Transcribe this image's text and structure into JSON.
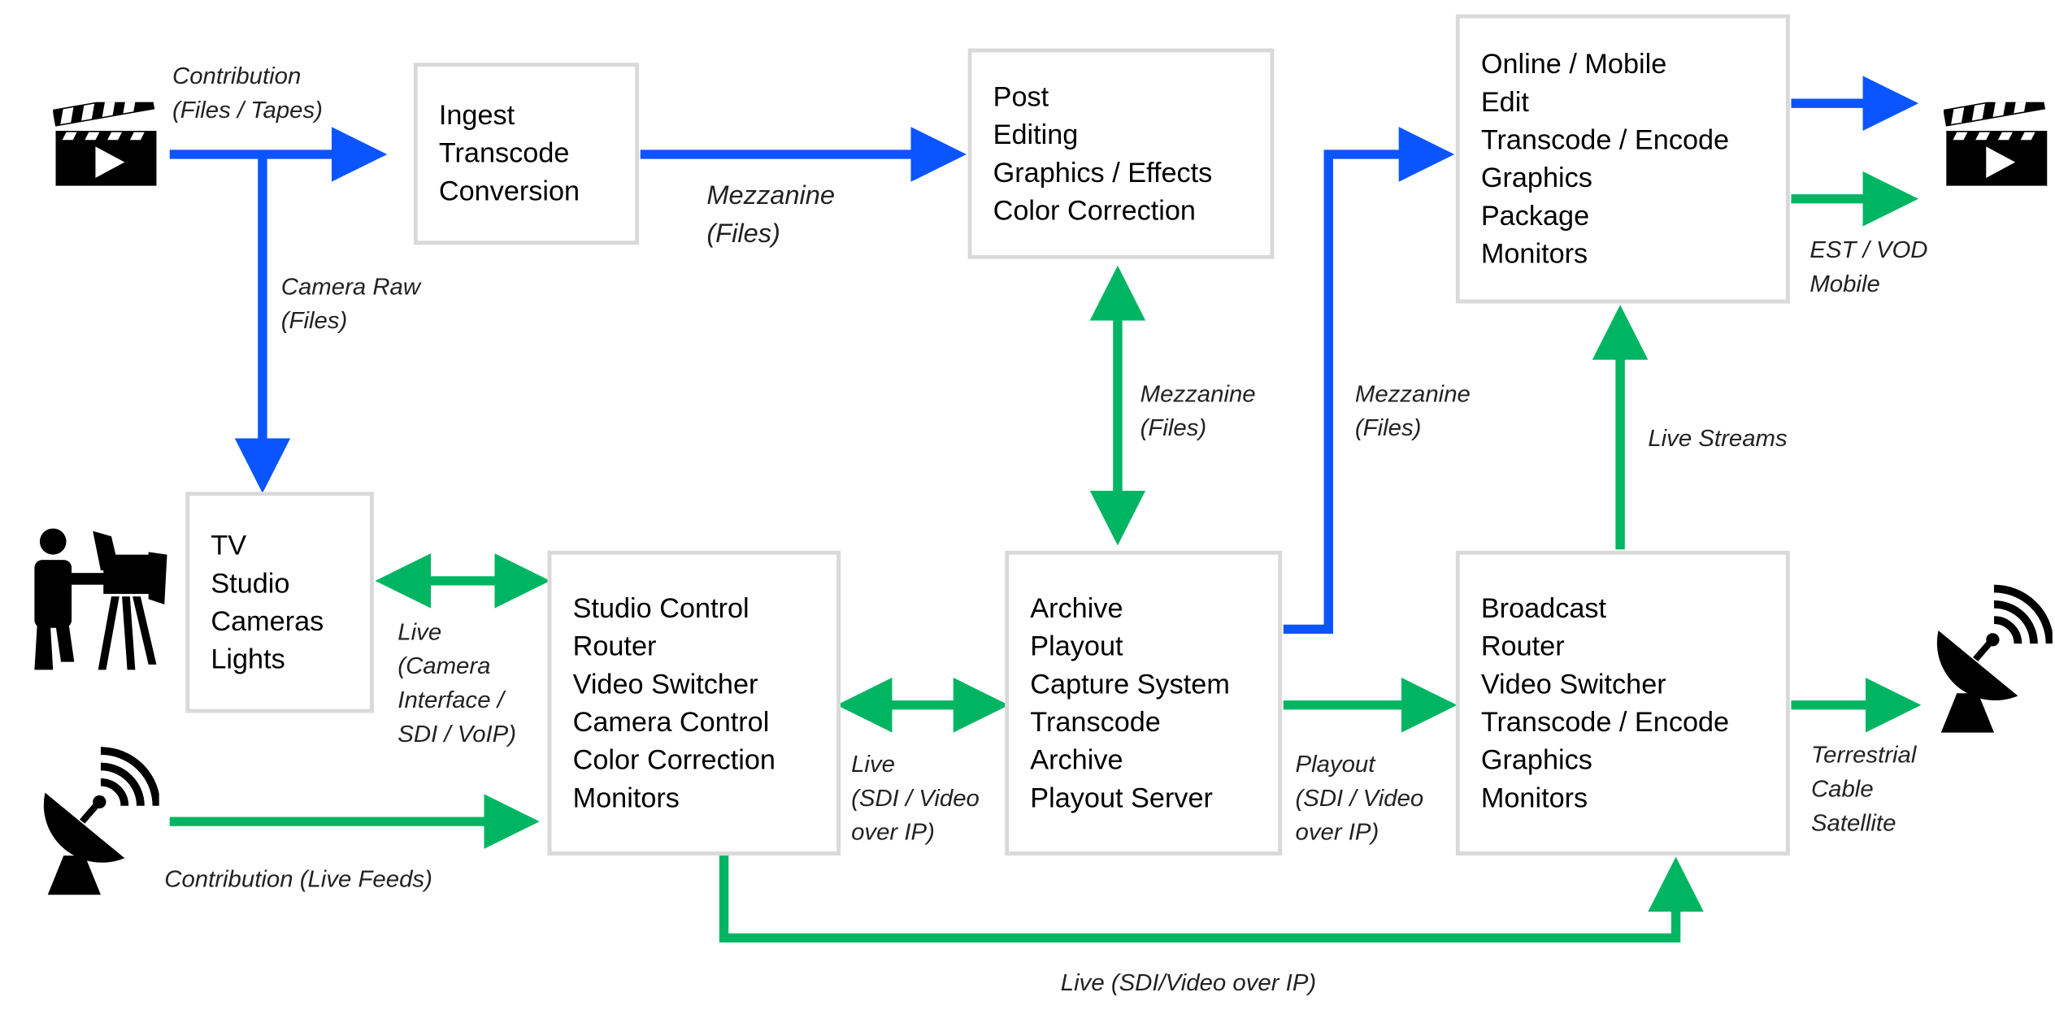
{
  "colors": {
    "file_flow": "#0a55ff",
    "live_flow": "#00b562",
    "box_border": "#d9d9d9",
    "text": "#000000"
  },
  "boxes": {
    "ingest": [
      "Ingest",
      "Transcode",
      "Conversion"
    ],
    "post": [
      "Post",
      "Editing",
      "Graphics / Effects",
      "Color Correction"
    ],
    "online": [
      "Online / Mobile",
      "Edit",
      "Transcode / Encode",
      "Graphics",
      "Package",
      "Monitors"
    ],
    "tv_studio": [
      "TV",
      "Studio",
      "Cameras",
      "Lights"
    ],
    "studio_control": [
      "Studio Control",
      "Router",
      "Video Switcher",
      "Camera Control",
      "Color Correction",
      "Monitors"
    ],
    "archive": [
      "Archive",
      "Playout",
      "Capture System",
      "Transcode",
      "Archive",
      "Playout Server"
    ],
    "broadcast": [
      "Broadcast",
      "Router",
      "Video Switcher",
      "Transcode / Encode",
      "Graphics",
      "Monitors"
    ]
  },
  "labels": {
    "contribution_files": [
      "Contribution",
      "(Files / Tapes)"
    ],
    "camera_raw": [
      "Camera Raw",
      "(Files)"
    ],
    "mezzanine_ingest_post": [
      "Mezzanine",
      "(Files)"
    ],
    "mezzanine_post_archive": [
      "Mezzanine",
      "(Files)"
    ],
    "mezzanine_archive_online": [
      "Mezzanine",
      "(Files)"
    ],
    "est_vod": [
      "EST / VOD",
      "Mobile"
    ],
    "live_camera": [
      "Live",
      "(Camera",
      "Interface /",
      "SDI / VoIP)"
    ],
    "live_studio_archive": [
      "Live",
      "(SDI / Video",
      "over IP)"
    ],
    "playout": [
      "Playout",
      "(SDI / Video",
      "over IP)"
    ],
    "live_streams": [
      "Live Streams"
    ],
    "terrestrial": [
      "Terrestrial",
      "Cable",
      "Satellite"
    ],
    "contribution_live": [
      "Contribution (Live Feeds)"
    ],
    "live_bottom": [
      "Live (SDI/Video over IP)"
    ]
  },
  "icons": {
    "source_clapper": "clapperboard-icon",
    "output_clapper": "clapperboard-icon",
    "camera_operator": "camera-operator-icon",
    "source_satellite": "satellite-dish-icon",
    "output_satellite": "satellite-dish-icon"
  }
}
